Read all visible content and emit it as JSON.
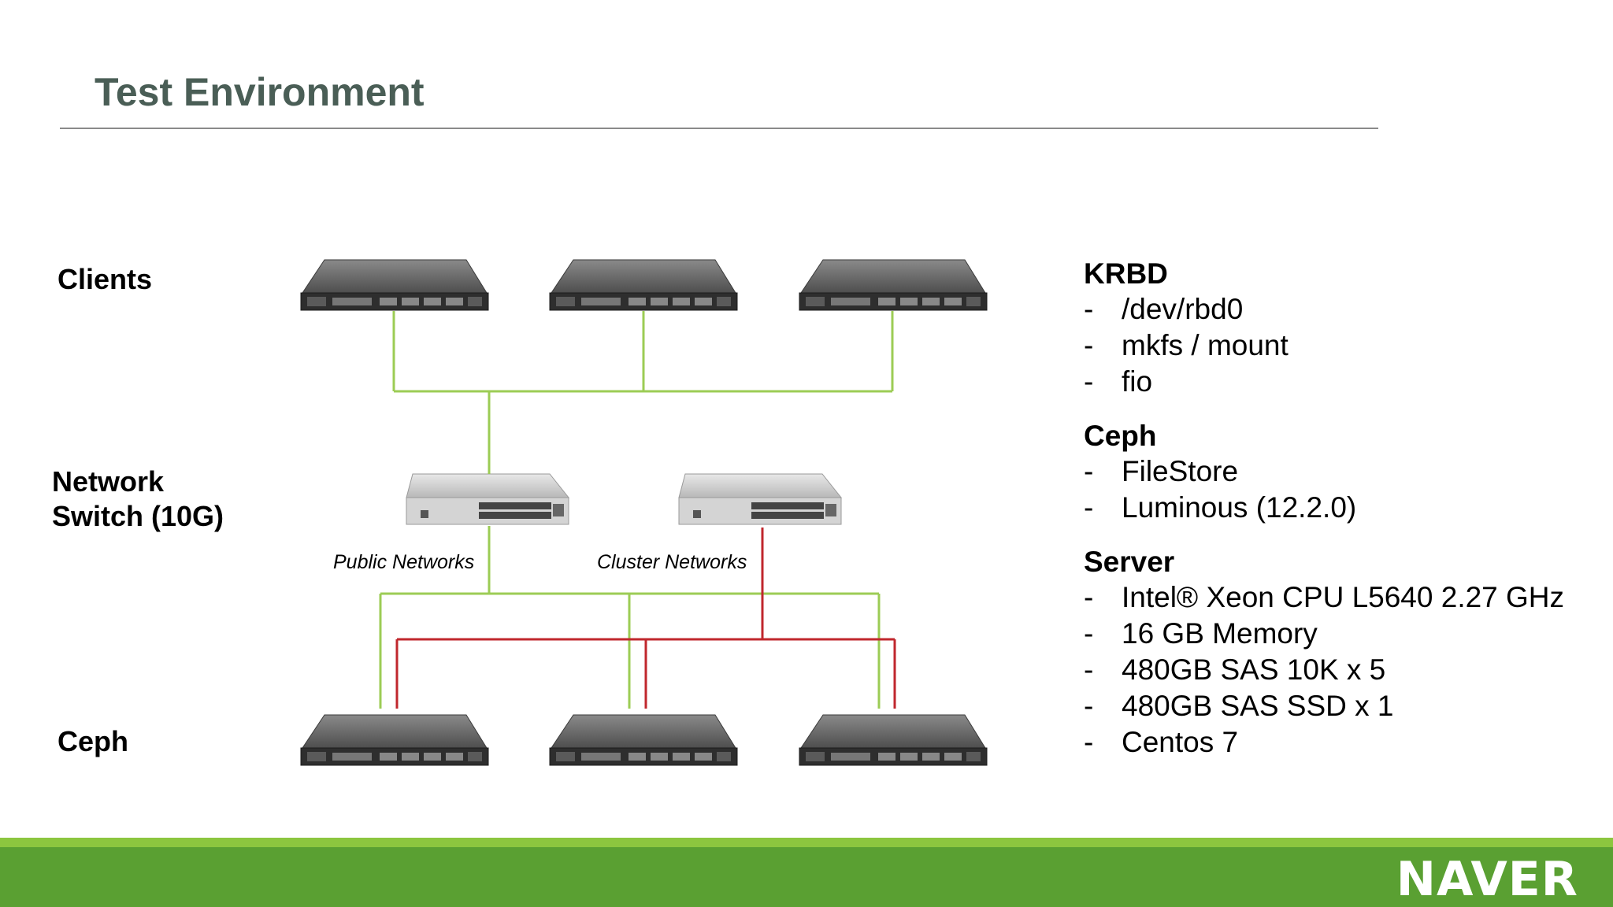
{
  "slide": {
    "title": "Test Environment"
  },
  "labels": {
    "clients": "Clients",
    "network_line1": "Network",
    "network_line2": "Switch (10G)",
    "ceph": "Ceph",
    "public_networks": "Public Networks",
    "cluster_networks": "Cluster Networks"
  },
  "colors": {
    "public_link": "#9ccc55",
    "cluster_link": "#c0272d",
    "title": "#4a5e56",
    "footer": "#5aa032"
  },
  "specs": [
    {
      "heading": "KRBD",
      "items": [
        "/dev/rbd0",
        "mkfs / mount",
        "fio"
      ]
    },
    {
      "heading": "Ceph",
      "items": [
        "FileStore",
        "Luminous (12.2.0)"
      ]
    },
    {
      "heading": "Server",
      "items": [
        "Intel® Xeon CPU L5640 2.27 GHz",
        "16 GB Memory",
        "480GB SAS 10K x 5",
        "480GB SAS SSD x 1",
        "Centos 7"
      ]
    }
  ],
  "logo": "NAVER"
}
